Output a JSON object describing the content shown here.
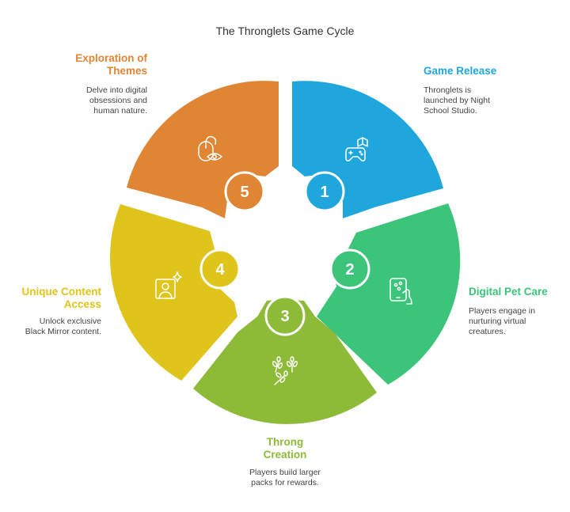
{
  "title": "The Thronglets Game Cycle",
  "colors": {
    "step1": "#1fa7dd",
    "step2": "#3cc47b",
    "step3": "#8dbb38",
    "step4": "#dfc51b",
    "step5": "#e08533"
  },
  "steps": [
    {
      "number": "1",
      "title": "Game Release",
      "description": [
        "Thronglets is",
        "launched by Night",
        "School Studio."
      ],
      "icon": "gamepad-book-icon"
    },
    {
      "number": "2",
      "title": "Digital Pet Care",
      "description": [
        "Players engage in",
        "nurturing virtual",
        "creatures."
      ],
      "icon": "tablet-touch-icon"
    },
    {
      "number": "3",
      "title": [
        "Throng",
        "Creation"
      ],
      "description": [
        "Players build larger",
        "packs for rewards."
      ],
      "icon": "wheat-cluster-icon"
    },
    {
      "number": "4",
      "title": [
        "Unique Content",
        "Access"
      ],
      "description": [
        "Unlock exclusive",
        "Black Mirror content."
      ],
      "icon": "portrait-sparkle-icon"
    },
    {
      "number": "5",
      "title": [
        "Exploration of",
        "Themes"
      ],
      "description": [
        "Delve into digital",
        "obsessions and",
        "human nature."
      ],
      "icon": "mouse-eye-icon"
    }
  ]
}
